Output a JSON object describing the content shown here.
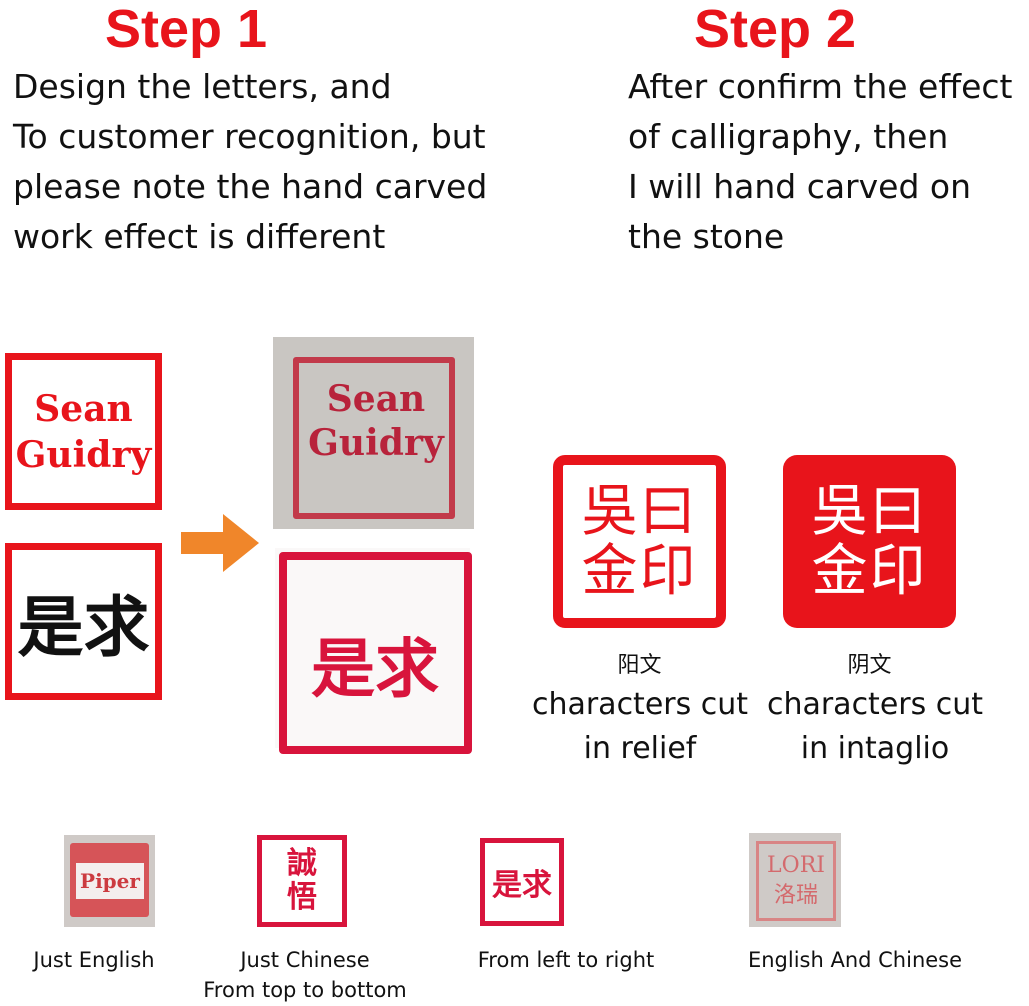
{
  "step1": {
    "title": "Step 1",
    "lines": [
      "Design the letters, and",
      "To customer recognition, but",
      "please note the hand carved",
      "work effect is different"
    ]
  },
  "step2": {
    "title": "Step 2",
    "lines": [
      "After confirm the effect",
      "of calligraphy, then",
      "I will hand carved on",
      "the stone"
    ]
  },
  "design": {
    "english_line1": "Sean",
    "english_line2": "Guidry",
    "chinese": "是求"
  },
  "carved": {
    "english_line1": "Sean",
    "english_line2": "Guidry",
    "chinese": "是求"
  },
  "styles": [
    {
      "chars": "吳曰金印",
      "han": "阳文",
      "caption_line1": "characters cut",
      "caption_line2": "in relief"
    },
    {
      "chars": "吳曰金印",
      "han": "阴文",
      "caption_line1": "characters cut",
      "caption_line2": "in intaglio"
    }
  ],
  "examples": [
    {
      "stamp_text": "Piper",
      "label_line1": "Just  English",
      "label_line2": ""
    },
    {
      "stamp_text": "誠悟",
      "label_line1": "Just Chinese",
      "label_line2": "From top to bottom"
    },
    {
      "stamp_text": "是求",
      "label_line1": "From left to right",
      "label_line2": ""
    },
    {
      "stamp_text": "LORI 洛瑞",
      "label_line1": "English And Chinese",
      "label_line2": ""
    }
  ],
  "icons": {
    "arrow": "arrow-right-icon"
  },
  "colors": {
    "accent_red": "#e8141b",
    "arrow_orange": "#f0862a",
    "stone_gray": "#c9c6c2"
  }
}
